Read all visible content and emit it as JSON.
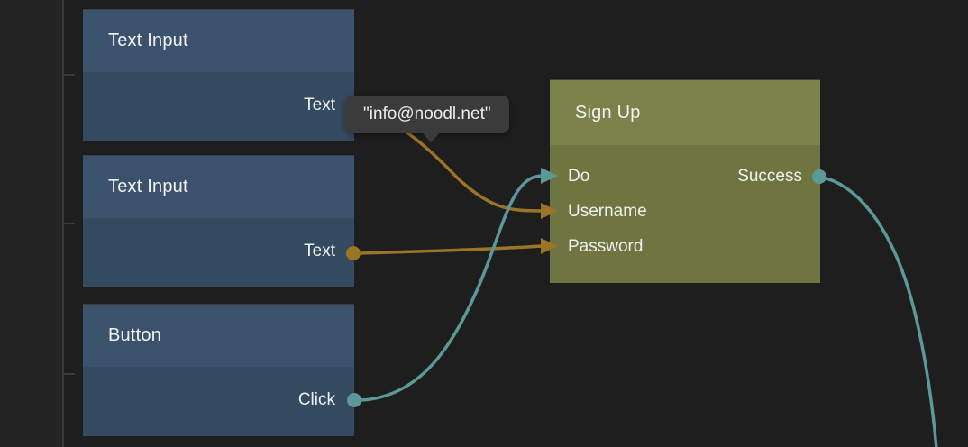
{
  "canvas": {
    "background": "#1e1e1e",
    "panel_edge_color": "#3a3a3a",
    "wire_colors": {
      "signal": "#5d9898",
      "string": "#9c7425"
    },
    "node_colors": {
      "component_header": "#3b526d",
      "component_body": "#344a61",
      "logic_header": "#7a8149",
      "logic_body": "#6e7540"
    }
  },
  "nodes": [
    {
      "title": "Text Input",
      "outputs": [
        {
          "label": "Text"
        }
      ]
    },
    {
      "title": "Text Input",
      "outputs": [
        {
          "label": "Text"
        }
      ]
    },
    {
      "title": "Button",
      "outputs": [
        {
          "label": "Click"
        }
      ]
    },
    {
      "title": "Sign Up",
      "inputs": [
        {
          "label": "Do"
        },
        {
          "label": "Username"
        },
        {
          "label": "Password"
        }
      ],
      "outputs": [
        {
          "label": "Success"
        }
      ]
    }
  ],
  "tooltip": {
    "value": "\"info@noodl.net\""
  },
  "connections": [
    {
      "from": "text-input-1.Text",
      "to": "sign-up.Username",
      "type": "string"
    },
    {
      "from": "text-input-2.Text",
      "to": "sign-up.Password",
      "type": "string"
    },
    {
      "from": "button.Click",
      "to": "sign-up.Do",
      "type": "signal"
    },
    {
      "from": "sign-up.Success",
      "to": "offscreen-bottom-right",
      "type": "signal"
    }
  ]
}
